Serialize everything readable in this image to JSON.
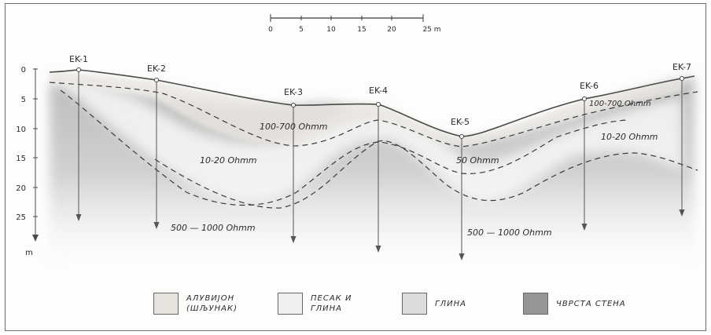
{
  "scale_bar": {
    "ticks": [
      "0",
      "5",
      "10",
      "15",
      "20",
      "25 m"
    ]
  },
  "depth_axis": {
    "ticks": [
      "0",
      "5",
      "10",
      "15",
      "20",
      "25"
    ],
    "unit": "m"
  },
  "boreholes": [
    {
      "label": "EK-1"
    },
    {
      "label": "EK-2"
    },
    {
      "label": "EK-3"
    },
    {
      "label": "EK-4"
    },
    {
      "label": "EK-5"
    },
    {
      "label": "EK-6"
    },
    {
      "label": "EK-7"
    }
  ],
  "resistivity_labels": [
    {
      "text": "100-700 Ohmm"
    },
    {
      "text": "100-700 Ohmm"
    },
    {
      "text": "10-20 Ohmm"
    },
    {
      "text": "10-20 Ohmm"
    },
    {
      "text": "50 Ohmm"
    },
    {
      "text": "500 — 1000 Ohmm"
    },
    {
      "text": "500 — 1000 Ohmm"
    }
  ],
  "legend": [
    {
      "label": "АЛУВИЈОН\n(ШЉУНАК)",
      "color": "#e6e2dc"
    },
    {
      "label": "ПЕСАК И\nГЛИНА",
      "color": "#efefee"
    },
    {
      "label": "ГЛИНА",
      "color": "#dcdcdb"
    },
    {
      "label": "ЧВРСТА СТЕНА",
      "color": "#959595"
    }
  ]
}
